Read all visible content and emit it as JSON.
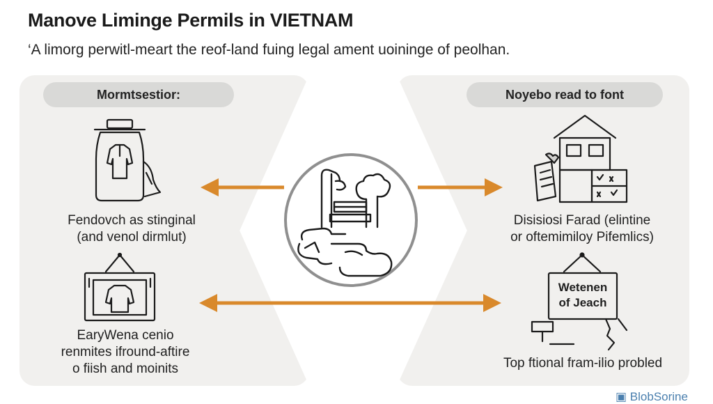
{
  "header": {
    "title": "Manove Liminge Permils in VIETNAM",
    "subtitle": "‘A limorg perwitl-meart the reof-land fuing legal ament uoiningе of peolhan."
  },
  "left_panel": {
    "heading": "Mormtsestior:",
    "item1_label_line1": "Fendovch as stinginal",
    "item1_label_line2": "(and venol dirmlut)",
    "item2_label_line1": "EaryWena cenio",
    "item2_label_line2": "renmites ifround-aftire",
    "item2_label_line3": "o fiish and moinits"
  },
  "right_panel": {
    "heading": "Noyebo read to font",
    "item1_label_line1": "Disisiosi Farad (elintine",
    "item1_label_line2": "or oftemimiloy Pifemlics)",
    "item2_sign_line1": "Wetenen",
    "item2_sign_line2": "of Jeach",
    "item2_label": "Top ftional fram-ilio probled"
  },
  "colors": {
    "arrow": "#d9892b",
    "panel": "#f1f0ee",
    "pill": "#d9d9d7",
    "circle_border": "#8f8f8f"
  },
  "watermark": "BlobSorine"
}
